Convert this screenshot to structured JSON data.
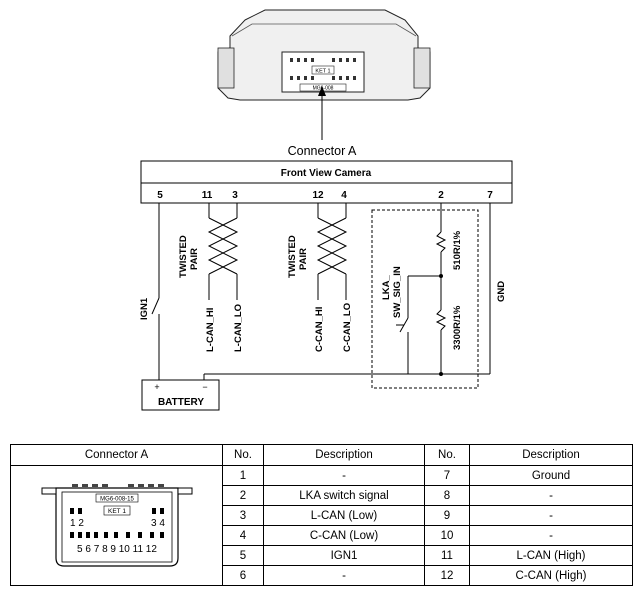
{
  "diagram": {
    "connector_label": "Connector A",
    "connector_tag": "KET 1",
    "connector_part": "MG6-008",
    "module_title": "Front View Camera",
    "pins": {
      "p5": "5",
      "p11": "11",
      "p3": "3",
      "p12": "12",
      "p4": "4",
      "p2": "2",
      "p7": "7"
    },
    "twisted_pair_1": [
      "TWISTED",
      "PAIR"
    ],
    "twisted_pair_2": [
      "TWISTED",
      "PAIR"
    ],
    "ign1": "IGN1",
    "l_can_hi": "L-CAN_HI",
    "l_can_lo": "L-CAN_LO",
    "c_can_hi": "C-CAN_HI",
    "c_can_lo": "C-CAN_LO",
    "lka_label": [
      "LKA_",
      "SW_SIG_IN"
    ],
    "resistor_1": "510R/1%",
    "resistor_2": "3300R/1%",
    "gnd": "GND",
    "battery": "BATTERY",
    "battery_plus": "+",
    "battery_minus": "−"
  },
  "table": {
    "headers": {
      "connector": "Connector A",
      "no1": "No.",
      "desc1": "Description",
      "no2": "No.",
      "desc2": "Description"
    },
    "rows": [
      {
        "no1": "1",
        "desc1": "-",
        "no2": "7",
        "desc2": "Ground"
      },
      {
        "no1": "2",
        "desc1": "LKA switch signal",
        "no2": "8",
        "desc2": "-"
      },
      {
        "no1": "3",
        "desc1": "L-CAN (Low)",
        "no2": "9",
        "desc2": "-"
      },
      {
        "no1": "4",
        "desc1": "C-CAN (Low)",
        "no2": "10",
        "desc2": "-"
      },
      {
        "no1": "5",
        "desc1": "IGN1",
        "no2": "11",
        "desc2": "L-CAN (High)"
      },
      {
        "no1": "6",
        "desc1": "-",
        "no2": "12",
        "desc2": "C-CAN (High)"
      }
    ],
    "connector_face": {
      "tag": "KET 1",
      "part": "MG6-008-15",
      "top_pins": "1 2",
      "top_pins_right": "3 4",
      "bottom_pins": "5 6 7 8 9 10 11 12"
    }
  }
}
